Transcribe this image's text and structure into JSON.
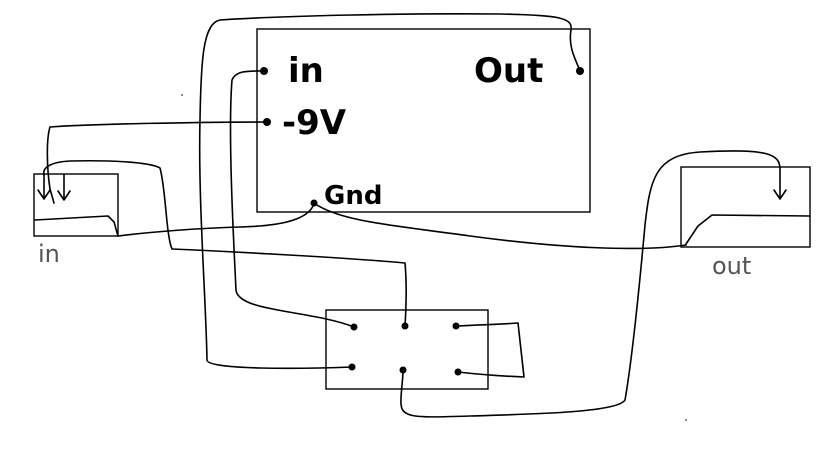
{
  "module": {
    "labels": {
      "in": "in",
      "out": "Out",
      "minus9v": "-9V",
      "gnd": "Gnd"
    }
  },
  "jacks": {
    "input_label": "in",
    "output_label": "out"
  }
}
